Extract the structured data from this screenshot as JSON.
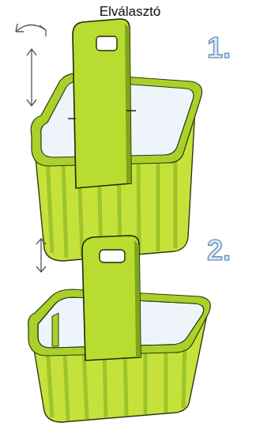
{
  "diagram": {
    "title": "Elválasztó",
    "labels": [
      "1.",
      "2."
    ]
  }
}
